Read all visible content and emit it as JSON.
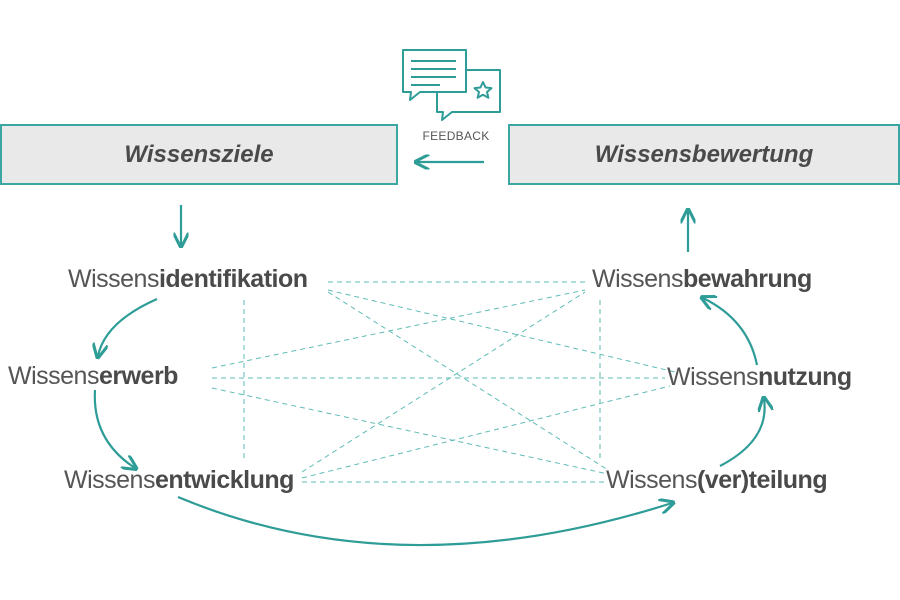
{
  "feedback_label": "FEEDBACK",
  "boxes": {
    "left": "Wissensziele",
    "right": "Wissensbewertung"
  },
  "phases": {
    "identifikation": {
      "prefix": "Wissens",
      "suffix": "identifikation"
    },
    "erwerb": {
      "prefix": "Wissens",
      "suffix": "erwerb"
    },
    "entwicklung": {
      "prefix": "Wissens",
      "suffix": "entwicklung"
    },
    "verteilung": {
      "prefix": "Wissens",
      "suffix": "(ver)teilung"
    },
    "nutzung": {
      "prefix": "Wissens",
      "suffix": "nutzung"
    },
    "bewahrung": {
      "prefix": "Wissens",
      "suffix": "bewahrung"
    }
  },
  "colors": {
    "accent": "#2e9c97",
    "box_fill": "#e9e9e9",
    "text": "#555555"
  },
  "icons": {
    "feedback": "chat-bubbles-star-icon",
    "arrow": "arrow-icon"
  }
}
